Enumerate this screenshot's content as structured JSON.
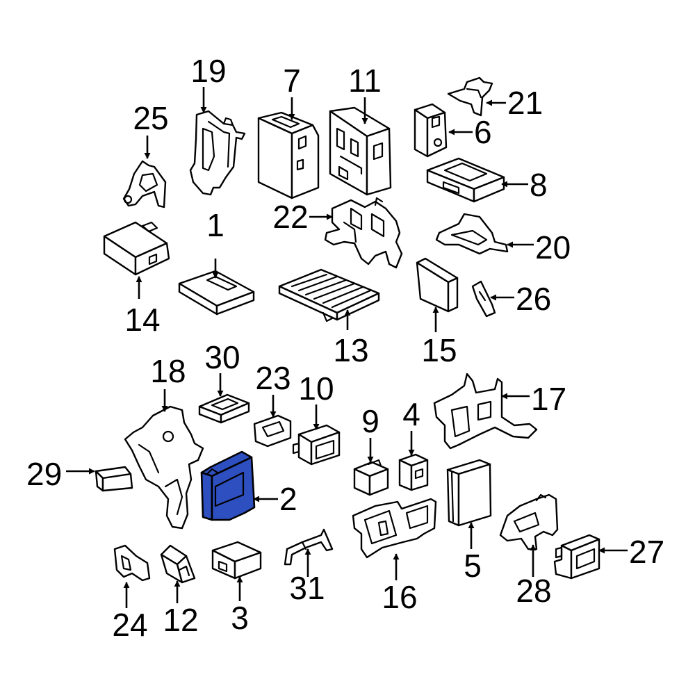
{
  "highlight_color": "#2e4fbf",
  "highlighted_part": "2",
  "callouts": [
    "1",
    "2",
    "3",
    "4",
    "5",
    "6",
    "7",
    "8",
    "9",
    "10",
    "11",
    "12",
    "13",
    "14",
    "15",
    "16",
    "17",
    "18",
    "19",
    "20",
    "21",
    "22",
    "23",
    "24",
    "25",
    "26",
    "27",
    "28",
    "29",
    "30",
    "31"
  ]
}
